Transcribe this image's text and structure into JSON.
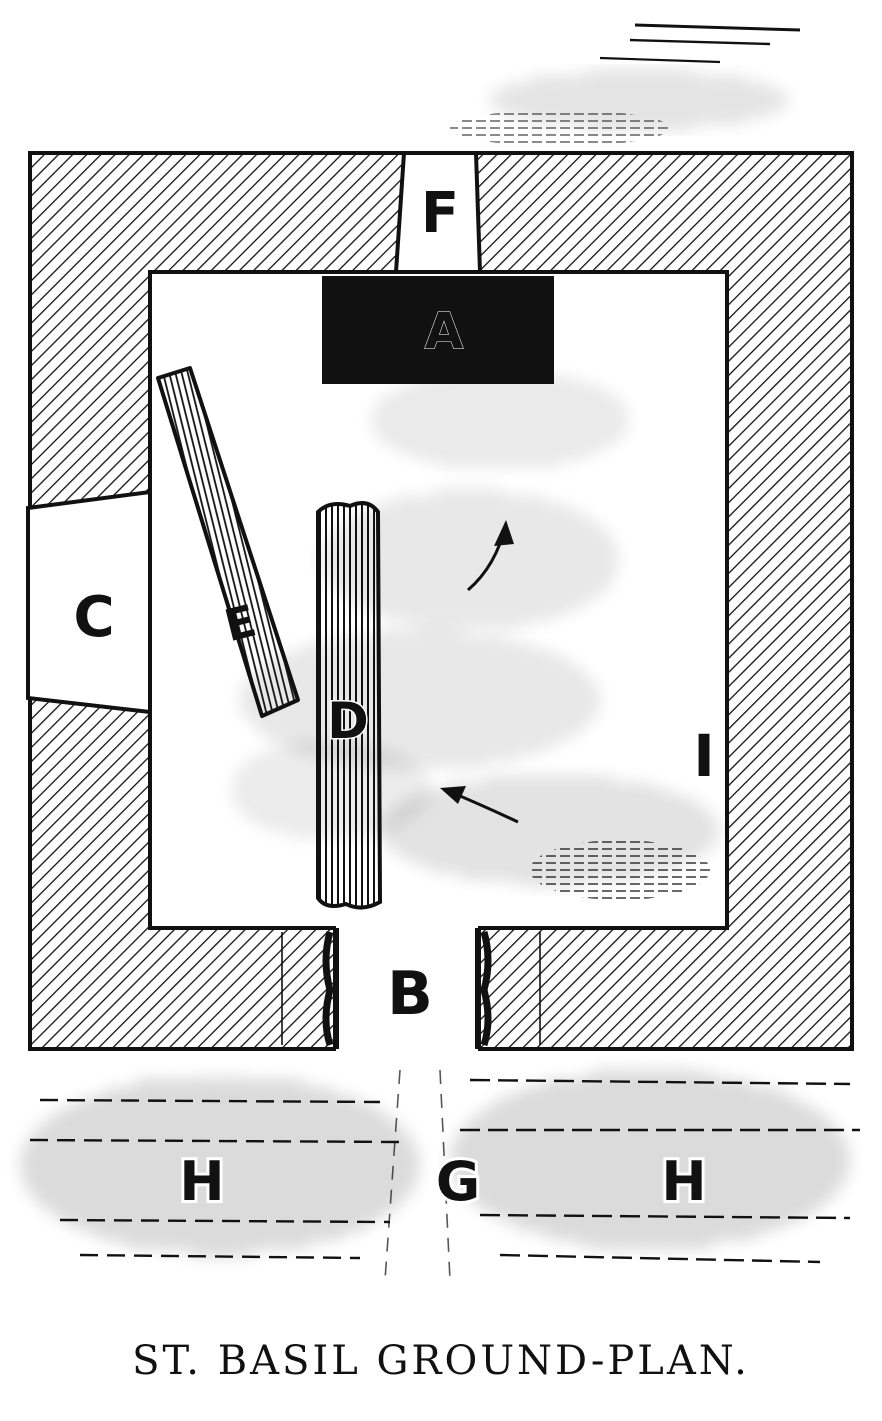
{
  "title": "ST. BASIL GROUND-PLAN.",
  "labels": {
    "a": "A",
    "b": "B",
    "c": "C",
    "d": "D",
    "e": "E",
    "f": "F",
    "g": "G",
    "h_left": "H",
    "h_right": "H",
    "i": "I"
  },
  "colors": {
    "ink": "#111111",
    "paper": "#ffffff"
  }
}
